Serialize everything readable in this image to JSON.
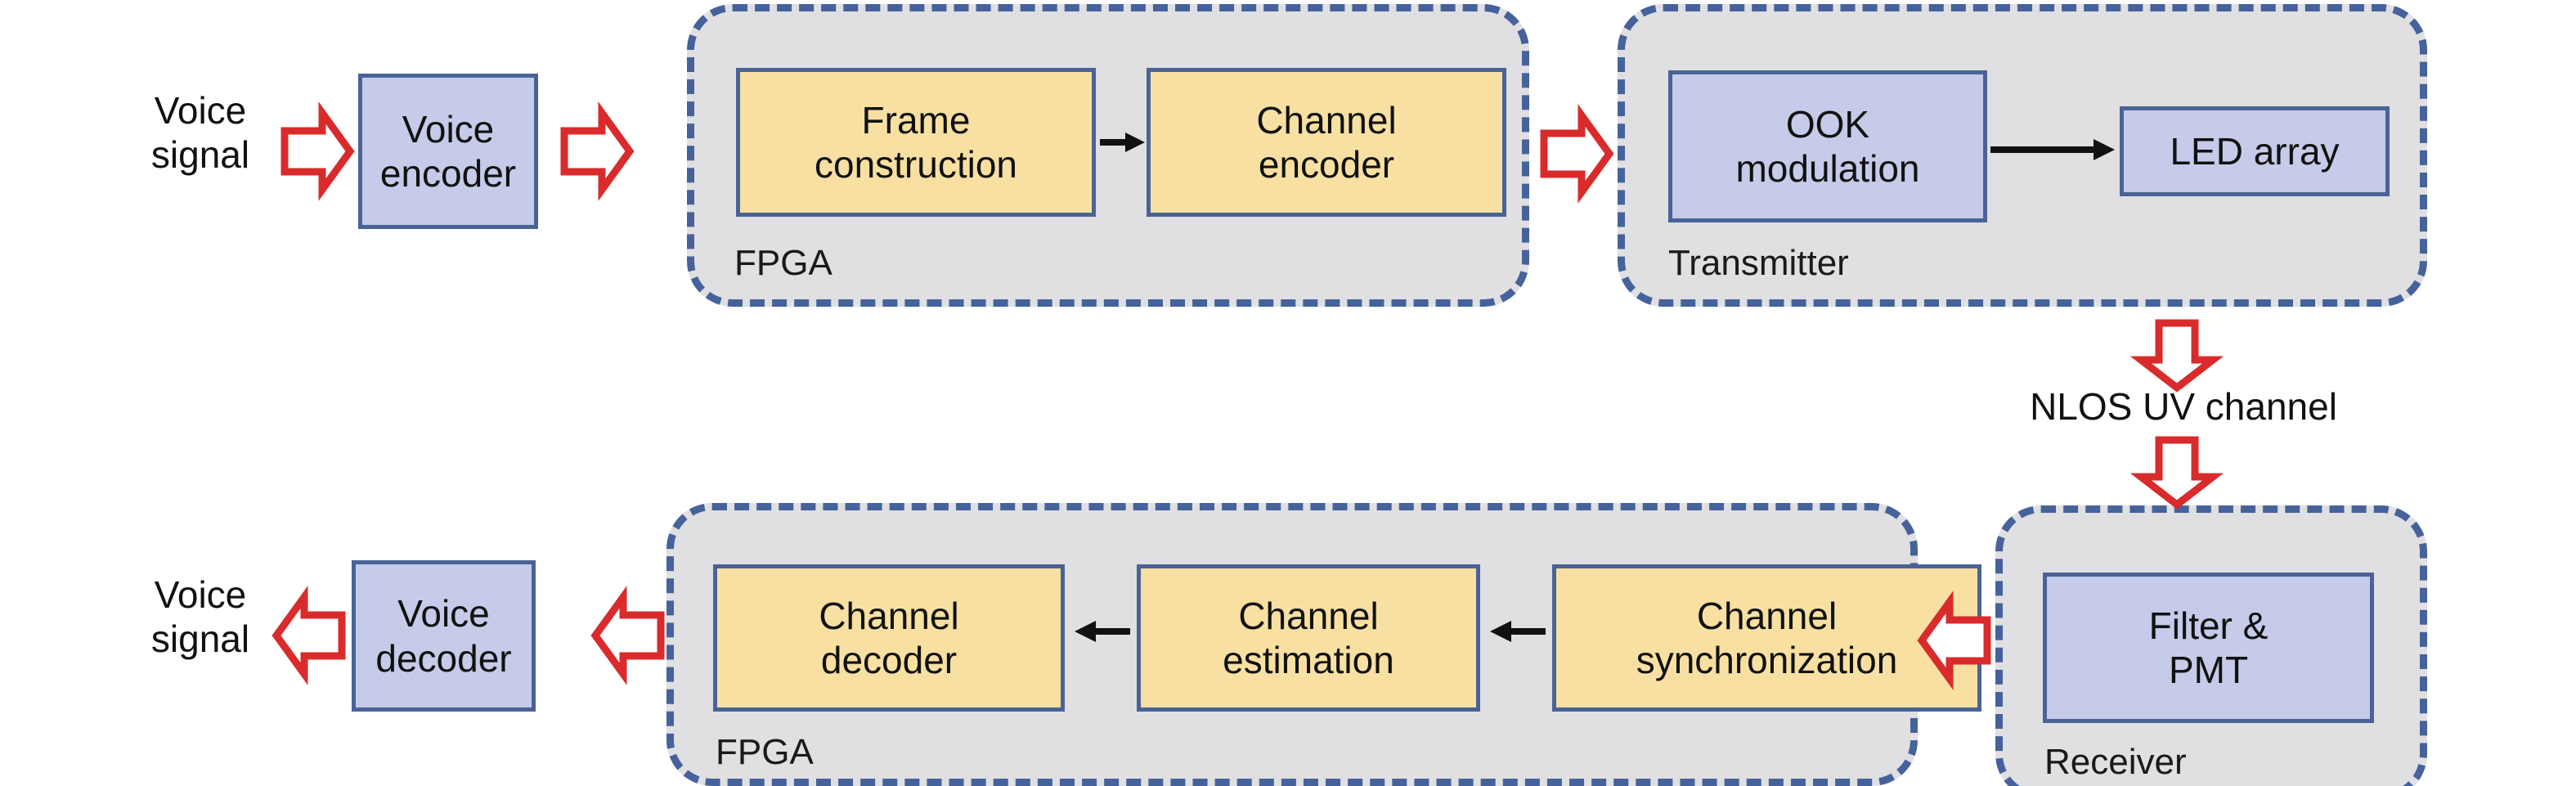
{
  "diagram": {
    "title": "NLOS UV voice communication system block diagram",
    "colors": {
      "group_fill": "#e0dfe1",
      "group_border": "#45629b",
      "box_border": "#4a6397",
      "box_yellow": "#f7e0a1",
      "box_blue": "#c5cbe8",
      "block_arrow": "#d92b2b",
      "thin_arrow": "#111111",
      "text": "#111111",
      "background": "#ffffff"
    },
    "transmit_chain": {
      "input_label": "Voice\nsignal",
      "voice_encoder": "Voice\nencoder",
      "fpga_group_label": "FPGA",
      "frame_construction": "Frame\nconstruction",
      "channel_encoder": "Channel\nencoder",
      "transmitter_group_label": "Transmitter",
      "ook_modulation": "OOK\nmodulation",
      "led_array": "LED array"
    },
    "channel": {
      "label": "NLOS UV channel"
    },
    "receive_chain": {
      "receiver_group_label": "Receiver",
      "filter_pmt": "Filter &\nPMT",
      "fpga_group_label": "FPGA",
      "channel_synchronization": "Channel\nsynchronization",
      "channel_estimation": "Channel\nestimation",
      "channel_decoder": "Channel\ndecoder",
      "voice_decoder": "Voice\ndecoder",
      "output_label": "Voice\nsignal"
    },
    "arrows": {
      "signal_to_encoder": "block-arrow-right",
      "encoder_to_fpga": "block-arrow-right",
      "frame_to_channel_encoder": "thin-arrow-right",
      "fpga_to_transmitter": "block-arrow-right",
      "ook_to_led": "thin-arrow-right",
      "transmitter_to_channel": "block-arrow-down",
      "channel_to_receiver": "block-arrow-down",
      "receiver_to_fpga": "block-arrow-left",
      "sync_to_estimation": "thin-arrow-left",
      "estimation_to_decoder": "thin-arrow-left",
      "fpga_to_voice_decoder": "block-arrow-left",
      "voice_decoder_to_signal": "block-arrow-left"
    }
  }
}
